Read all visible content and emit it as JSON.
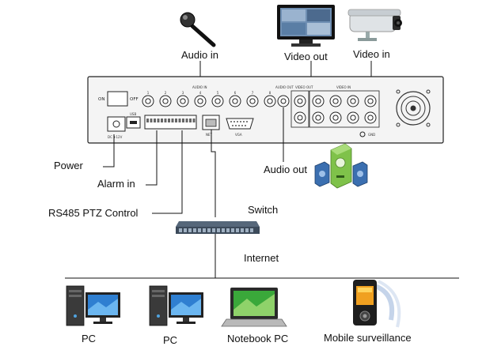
{
  "labels": {
    "audio_in": "Audio in",
    "video_out": "Video out",
    "video_in": "Video in",
    "power": "Power",
    "alarm_in": "Alarm in",
    "rs485": "RS485 PTZ Control",
    "audio_out": "Audio out",
    "switch": "Switch",
    "internet": "Internet",
    "pc1": "PC",
    "pc2": "PC",
    "notebook": "Notebook PC",
    "mobile": "Mobile surveillance"
  },
  "panel_text": {
    "on": "ON",
    "off": "OFF",
    "audio_in_header": "AUDIO IN",
    "audio_out_header": "AUDIO OUT",
    "video_out_header": "VIDEO OUT",
    "video_in_header": "VIDEO IN",
    "dc": "DC +12V",
    "usb": "USB",
    "net": "NET",
    "vga": "VGA",
    "gnd": "GND",
    "audio_channels": [
      "1",
      "2",
      "3",
      "4",
      "5",
      "6",
      "7",
      "8"
    ]
  },
  "colors": {
    "panel_fill": "#f4f4f4",
    "panel_stroke": "#222222",
    "connector_line": "#111111",
    "switch_body": "#3c4a5a",
    "speaker_green": "#7fc24a",
    "speaker_blue": "#3b6fb0"
  },
  "icons": [
    "microphone-icon",
    "monitor-icon",
    "camera-icon",
    "speaker-icon",
    "switch-icon",
    "pc-icon",
    "notebook-icon",
    "mobile-phone-icon"
  ]
}
